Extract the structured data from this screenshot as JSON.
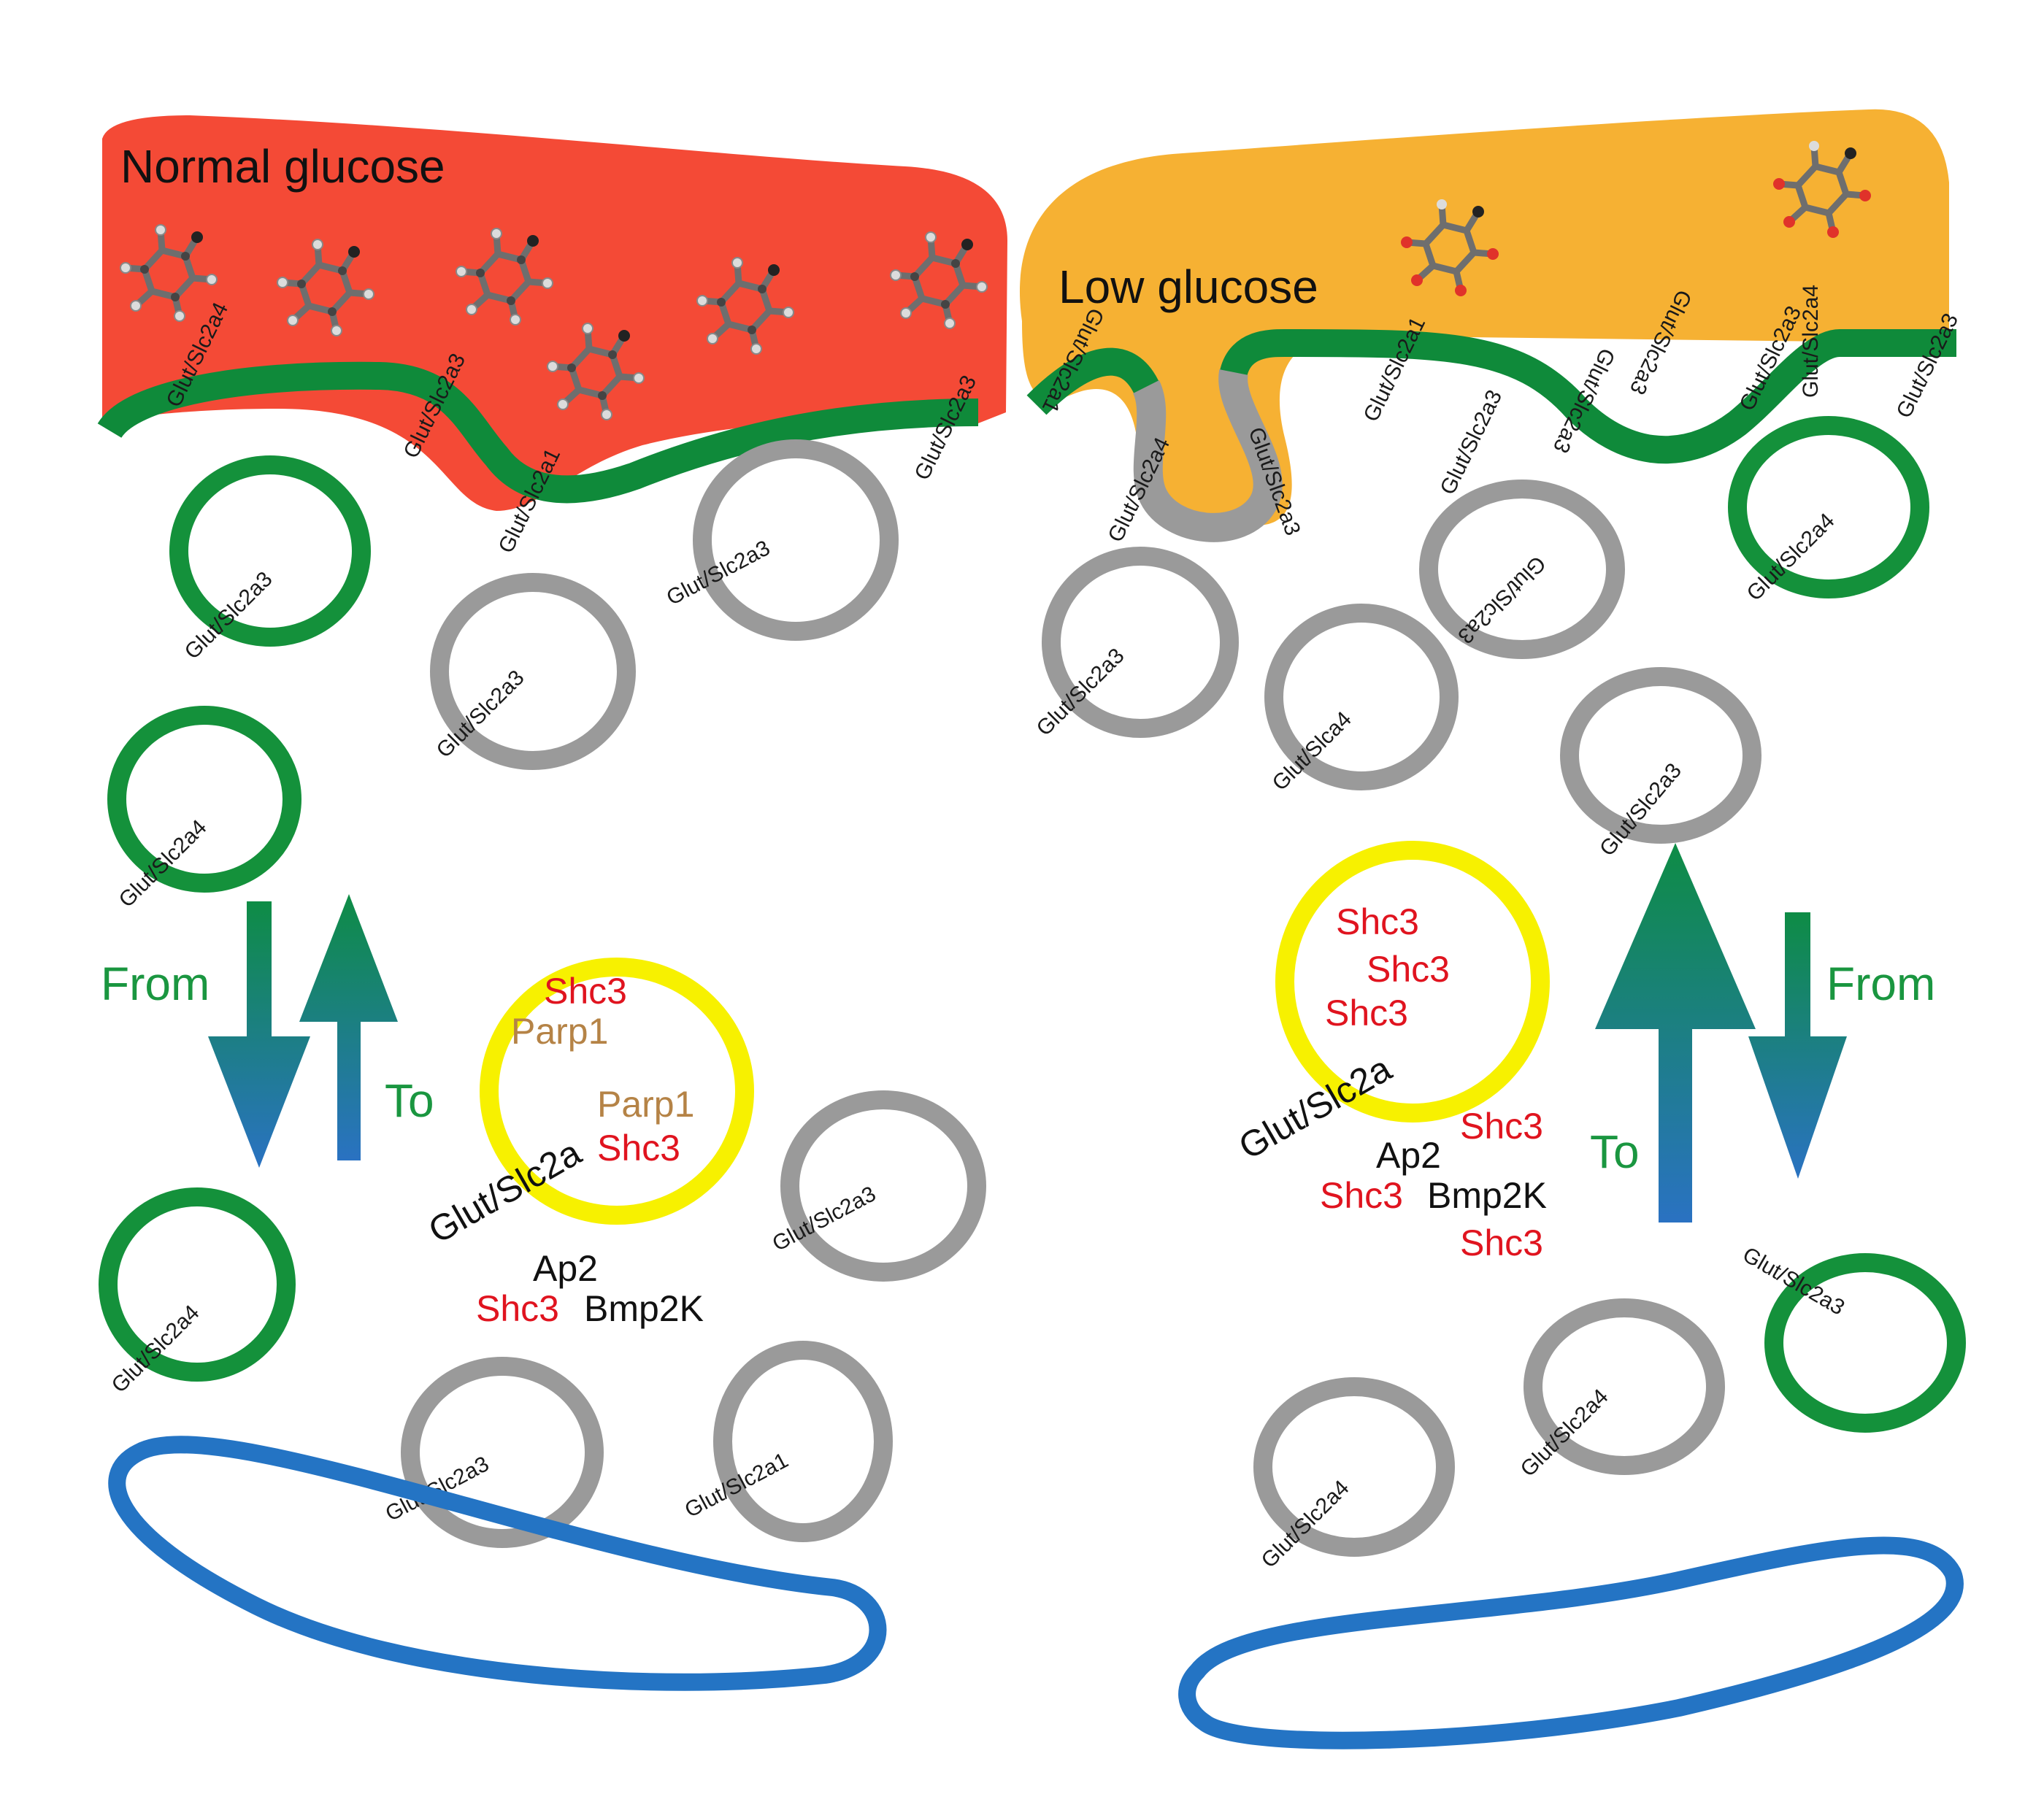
{
  "colors": {
    "normal_fill": "#f44a36",
    "low_fill": "#f6b133",
    "membrane": "#0f8a3a",
    "vesicle_green": "#14913b",
    "vesicle_gray": "#9a9a9a",
    "vesicle_yellow": "#f7f100",
    "endosome_blue": "#2474c4",
    "arrow_green": "#0e8c45",
    "arrow_blue": "#2a72c2",
    "text_red": "#e0141f",
    "text_tan": "#b58346",
    "text_green": "#1a9640",
    "text_black": "#111111"
  },
  "left": {
    "title": "Normal glucose",
    "membrane_labels": [
      "Glut/Slc2a4",
      "Glut/Slc2a3",
      "Glut/Slc2a1",
      "Glut/Slc2a3"
    ],
    "vesicle_labels": [
      "Glut/Slc2a3",
      "Glut/Slc2a3",
      "Glut/Slc2a3",
      "Glut/Slc2a4",
      "Glut/Slc2a3",
      "Glut/Slc2a4",
      "Glut/Slc2a3",
      "Glut/Slc2a1"
    ],
    "arrows": {
      "from": "From",
      "to": "To"
    },
    "complex": {
      "vesicle": [
        "Shc3",
        "Parp1",
        "Parp1",
        "Shc3"
      ],
      "glut": "Glut/Slc2a",
      "ap2": "Ap2",
      "shc3": "Shc3",
      "bmp2k": "Bmp2K"
    },
    "icons": [
      "glucose-molecule-icon"
    ]
  },
  "right": {
    "title": "Low glucose",
    "membrane_labels": [
      "Glut/Slc2a1",
      "Glut/Slc2a4",
      "Glut/Slc2a3",
      "Glut/Slc2a1",
      "Glut/Slc2a3",
      "Glut/Slc2a3",
      "Glut/Slc2a3",
      "Glut/Slc2a3",
      "Glut/Slc2a4",
      "Glut/Slc2a3"
    ],
    "vesicle_labels": [
      "Glut/Slc2a3",
      "Glut/Slc2a3",
      "Glut/Slc2a4",
      "Glut/Slca4",
      "Glut/Slc2a3",
      "Glut/Slc2a4",
      "Glut/Slc2a4",
      "Glut/Slc2a3"
    ],
    "arrows": {
      "from": "From",
      "to": "To"
    },
    "complex": {
      "vesicle": [
        "Shc3",
        "Shc3",
        "Shc3"
      ],
      "glut": "Glut/Slc2a",
      "shc3_a": "Shc3",
      "ap2": "Ap2",
      "shc3_b": "Shc3",
      "bmp2k": "Bmp2K",
      "shc3_c": "Shc3"
    }
  }
}
